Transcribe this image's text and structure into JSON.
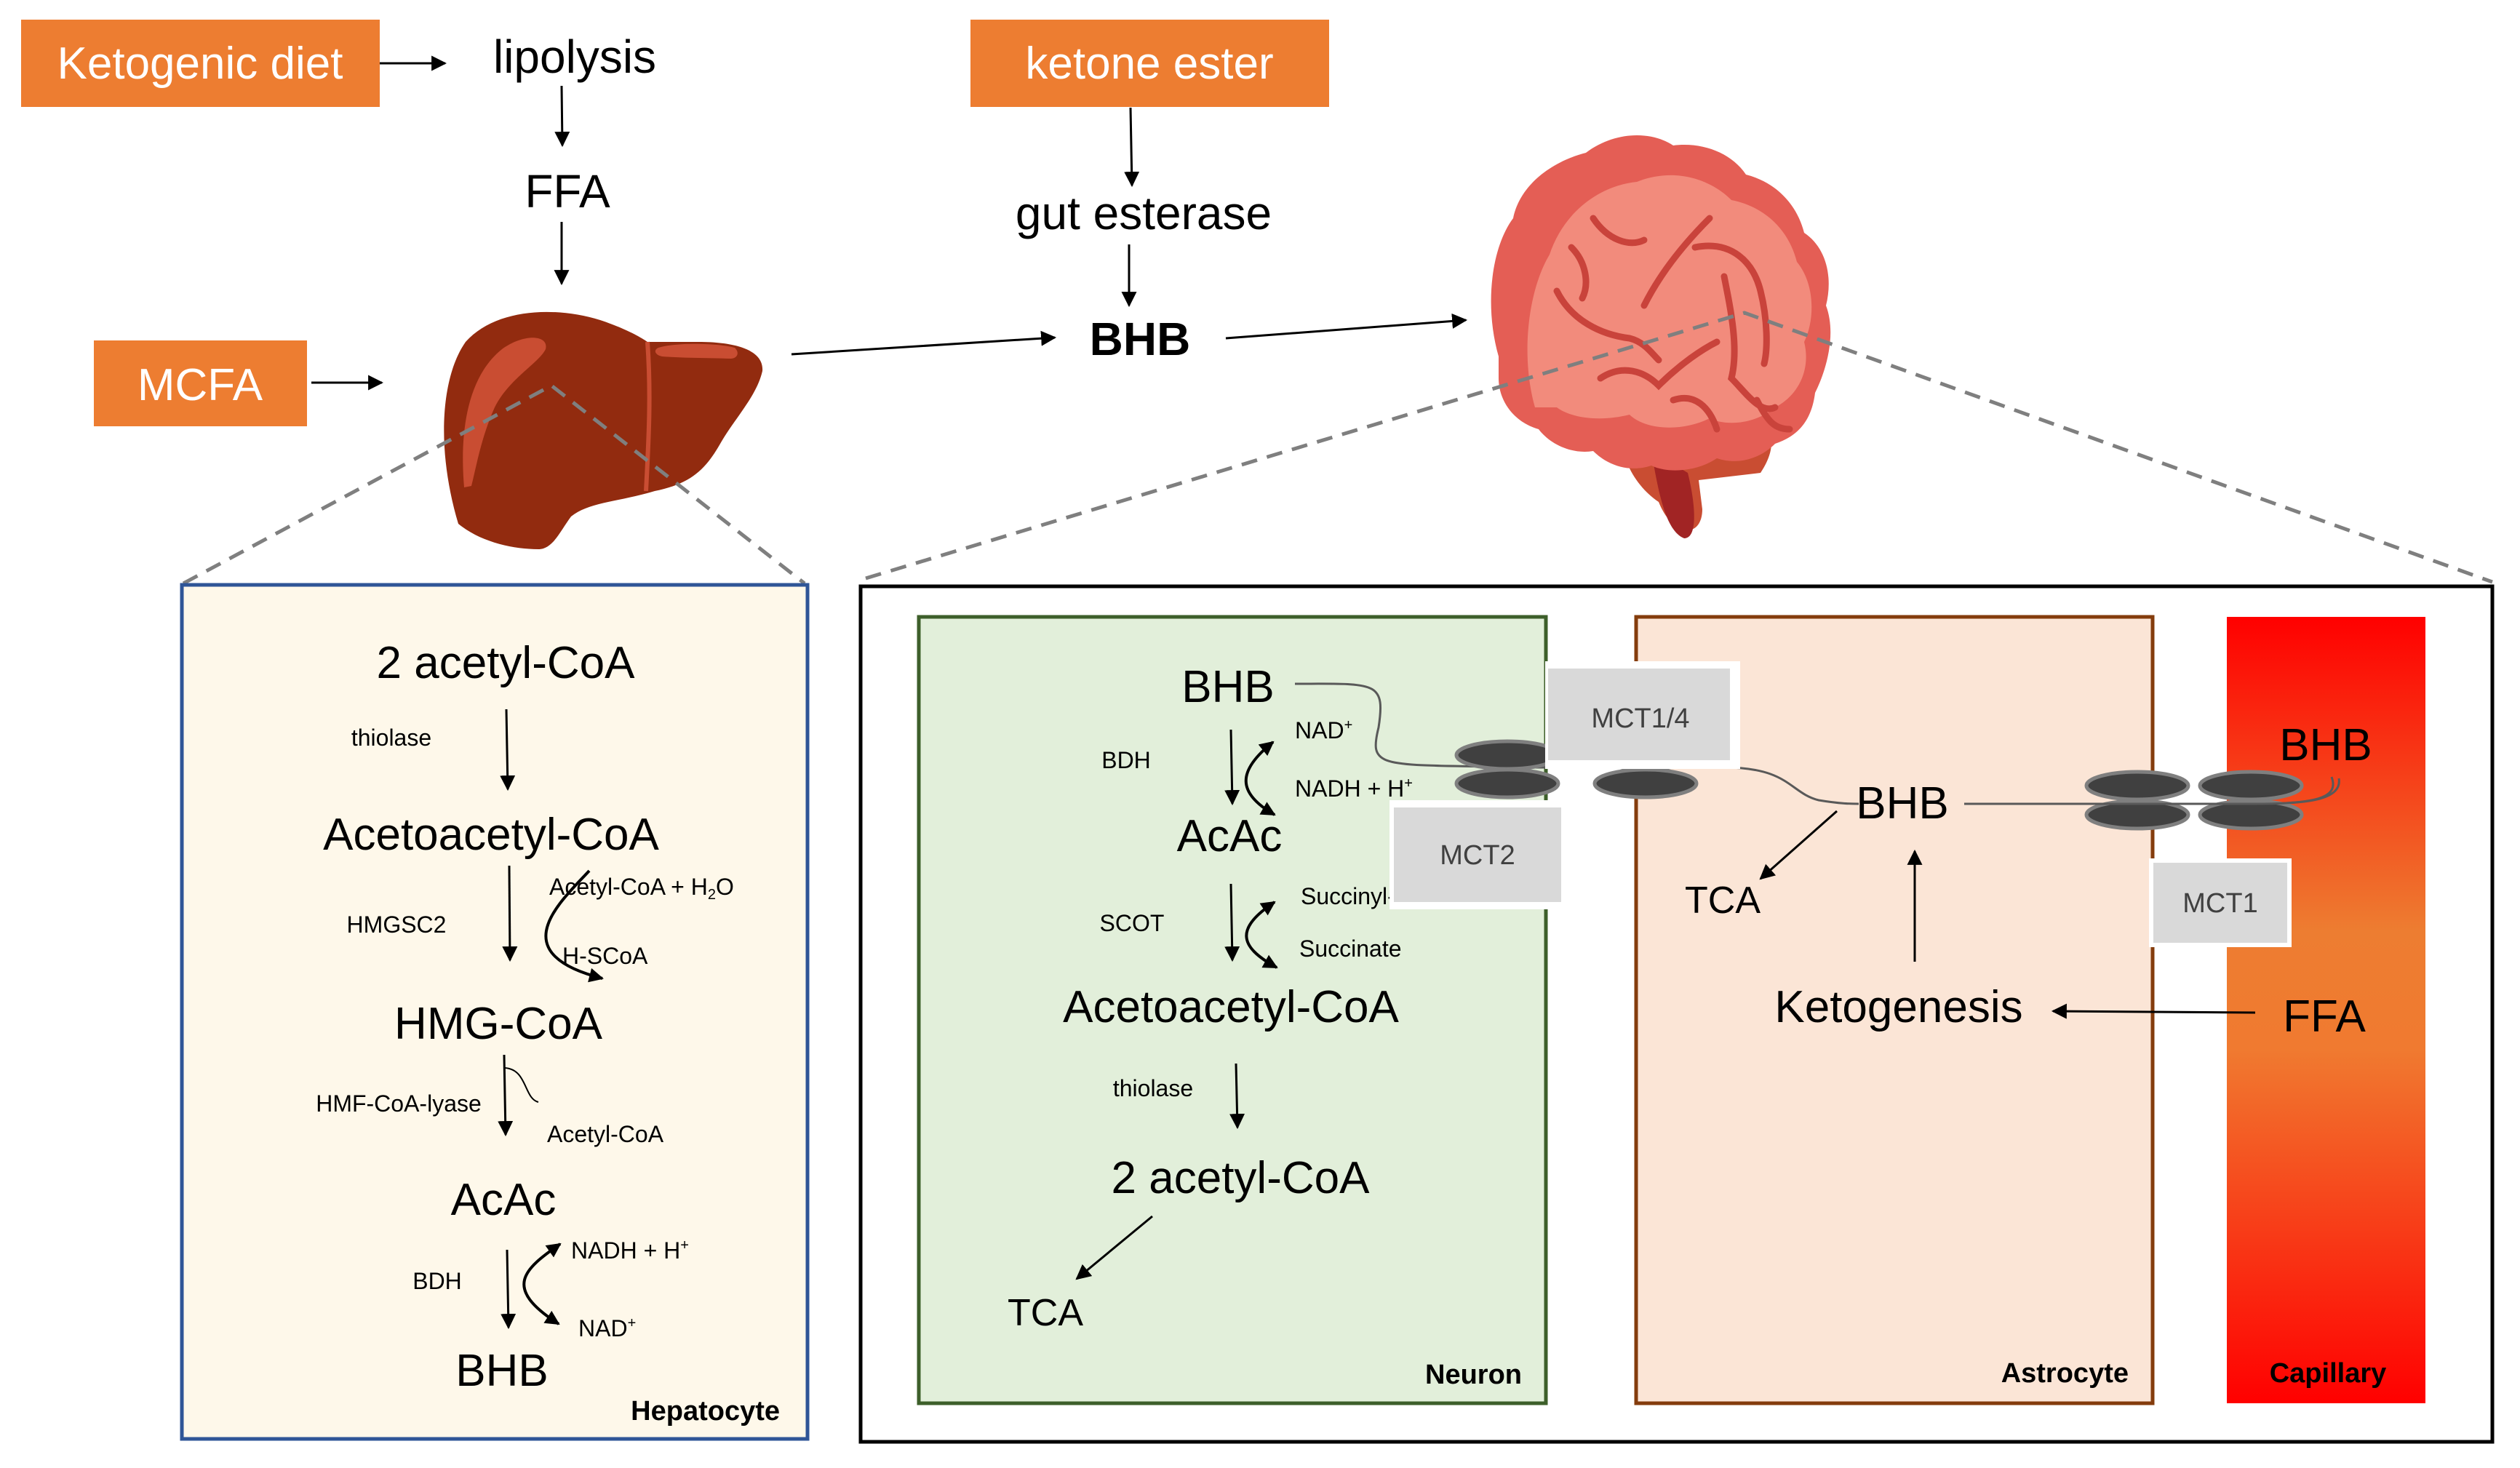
{
  "colors": {
    "source_box": "#ED7D31",
    "liver": "#922B0F",
    "liver_highlight": "#C94D32",
    "brain_light": "#F28B7C",
    "brain_mid": "#E45E55",
    "brain_dark": "#C9433B",
    "brain_stem": "#A12424",
    "hepatocyte_fill": "#FEF8EA",
    "hepatocyte_border": "#2F5597",
    "neuron_fill": "#E2EFDA",
    "neuron_border": "#3D5F2A",
    "astrocyte_fill": "#FBE5D6",
    "astrocyte_border": "#843C0C",
    "capillary_top": "#FF0000",
    "capillary_mid": "#ED7D31",
    "mct_fill": "#D9D9D9",
    "transporter": "#404040",
    "dashed_line": "#7F7F7F"
  },
  "top": {
    "ketogenic_diet": "Ketogenic diet",
    "lipolysis": "lipolysis",
    "ffa": "FFA",
    "mcfa": "MCFA",
    "ketone_ester": "ketone ester",
    "gut_esterase": "gut esterase",
    "bhb": "BHB",
    "liver_icon": "liver-icon",
    "brain_icon": "brain-icon"
  },
  "hepatocyte": {
    "label": "Hepatocyte",
    "acetyl_coa_2": "2 acetyl-CoA",
    "thiolase": "thiolase",
    "acetoacetyl_coa": "Acetoacetyl-CoA",
    "hmgsc2": "HMGSC2",
    "acetyl_coa_h2o_a": "Acetyl-CoA + H",
    "acetyl_coa_h2o_sub": "2",
    "acetyl_coa_h2o_b": "O",
    "h_scoa": "H-SCoA",
    "hmg_coa": "HMG-CoA",
    "hmg_lyase": "HMF-CoA-lyase",
    "acetyl_coa": "Acetyl-CoA",
    "acac": "AcAc",
    "bdh": "BDH",
    "nadh_h": "NADH + H",
    "plus": "+",
    "nad": "NAD",
    "bhb": "BHB"
  },
  "neuron": {
    "label": "Neuron",
    "bhb": "BHB",
    "bdh": "BDH",
    "nad": "NAD",
    "nadh_h": "NADH + H",
    "plus": "+",
    "acac": "AcAc",
    "scot": "SCOT",
    "succinyl_coa": "Succinyl-CoA",
    "succinate": "Succinate",
    "acetoacetyl_coa": "Acetoacetyl-CoA",
    "thiolase": "thiolase",
    "acetyl_coa_2": "2 acetyl-CoA",
    "tca": "TCA"
  },
  "transporters": {
    "mct14": "MCT1/4",
    "mct2": "MCT2",
    "mct1": "MCT1"
  },
  "astrocyte": {
    "label": "Astrocyte",
    "bhb": "BHB",
    "tca": "TCA",
    "ketogenesis": "Ketogenesis"
  },
  "capillary": {
    "label": "Capillary",
    "bhb": "BHB",
    "ffa": "FFA"
  }
}
